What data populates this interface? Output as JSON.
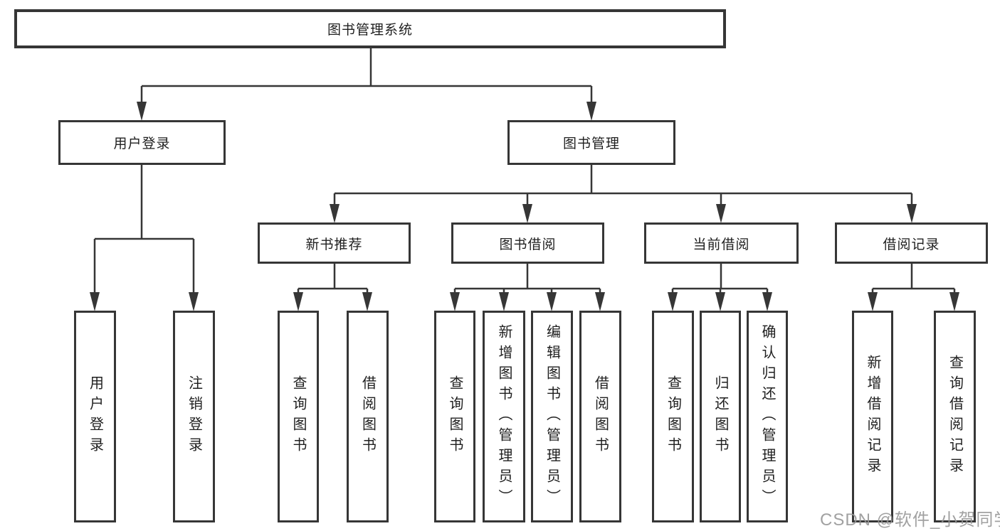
{
  "tree": {
    "root": {
      "label": "图书管理系统"
    },
    "children": [
      {
        "label": "用户登录",
        "children": [
          {
            "label": "用户登录"
          },
          {
            "label": "注销登录"
          }
        ]
      },
      {
        "label": "图书管理",
        "children": [
          {
            "label": "新书推荐",
            "children": [
              {
                "label": "查询图书"
              },
              {
                "label": "借阅图书"
              }
            ]
          },
          {
            "label": "图书借阅",
            "children": [
              {
                "label": "查询图书"
              },
              {
                "label": "新增图书（管理员）"
              },
              {
                "label": "编辑图书（管理员）"
              },
              {
                "label": "借阅图书"
              }
            ]
          },
          {
            "label": "当前借阅",
            "children": [
              {
                "label": "查询图书"
              },
              {
                "label": "归还图书"
              },
              {
                "label": "确认归还（管理员）"
              }
            ]
          },
          {
            "label": "借阅记录",
            "children": [
              {
                "label": "新增借阅记录"
              },
              {
                "label": "查询借阅记录"
              }
            ]
          }
        ]
      }
    ]
  },
  "watermark": "CSDN @软件_小贺同学",
  "colors": {
    "line": "#363636",
    "text": "#1f1f1f",
    "watermark": "#949494",
    "background": "#ffffff"
  }
}
